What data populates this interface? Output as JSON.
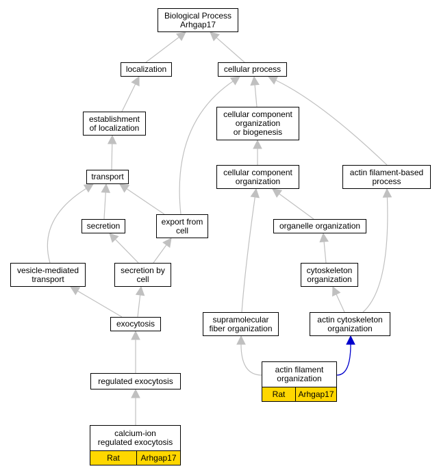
{
  "nodes": [
    {
      "id": "bp",
      "label": "Biological Process\nArhgap17"
    },
    {
      "id": "loc",
      "label": "localization"
    },
    {
      "id": "cp",
      "label": "cellular process"
    },
    {
      "id": "estloc",
      "label": "establishment\nof localization"
    },
    {
      "id": "ccob",
      "label": "cellular component\norganization\nor biogenesis"
    },
    {
      "id": "transport",
      "label": "transport"
    },
    {
      "id": "cco",
      "label": "cellular component\norganization"
    },
    {
      "id": "afbp",
      "label": "actin filament-based\nprocess"
    },
    {
      "id": "secretion",
      "label": "secretion"
    },
    {
      "id": "export",
      "label": "export from\ncell"
    },
    {
      "id": "orgorg",
      "label": "organelle organization"
    },
    {
      "id": "vmt",
      "label": "vesicle-mediated\ntransport"
    },
    {
      "id": "secbycell",
      "label": "secretion by\ncell"
    },
    {
      "id": "cytoorg",
      "label": "cytoskeleton\norganization"
    },
    {
      "id": "exocytosis",
      "label": "exocytosis"
    },
    {
      "id": "sfo",
      "label": "supramolecular\nfiber organization"
    },
    {
      "id": "aco",
      "label": "actin cytoskeleton\norganization"
    },
    {
      "id": "afo",
      "label": "actin filament\norganization",
      "annotation": [
        "Rat",
        "Arhgap17"
      ]
    },
    {
      "id": "regexo",
      "label": "regulated exocytosis"
    },
    {
      "id": "ciregexo",
      "label": "calcium-ion\nregulated exocytosis",
      "annotation": [
        "Rat",
        "Arhgap17"
      ]
    }
  ],
  "edges": [
    {
      "from": "loc",
      "to": "bp"
    },
    {
      "from": "cp",
      "to": "bp"
    },
    {
      "from": "estloc",
      "to": "loc"
    },
    {
      "from": "ccob",
      "to": "cp"
    },
    {
      "from": "afbp",
      "to": "cp"
    },
    {
      "from": "export",
      "to": "cp"
    },
    {
      "from": "transport",
      "to": "estloc"
    },
    {
      "from": "cco",
      "to": "ccob"
    },
    {
      "from": "secretion",
      "to": "transport"
    },
    {
      "from": "export",
      "to": "transport"
    },
    {
      "from": "vmt",
      "to": "transport"
    },
    {
      "from": "orgorg",
      "to": "cco"
    },
    {
      "from": "sfo",
      "to": "cco"
    },
    {
      "from": "secbycell",
      "to": "secretion"
    },
    {
      "from": "secbycell",
      "to": "export"
    },
    {
      "from": "cytoorg",
      "to": "orgorg"
    },
    {
      "from": "exocytosis",
      "to": "vmt"
    },
    {
      "from": "exocytosis",
      "to": "secbycell"
    },
    {
      "from": "aco",
      "to": "cytoorg"
    },
    {
      "from": "aco",
      "to": "afbp"
    },
    {
      "from": "regexo",
      "to": "exocytosis"
    },
    {
      "from": "afo",
      "to": "sfo"
    },
    {
      "from": "afo",
      "to": "aco",
      "highlight": true
    },
    {
      "from": "ciregexo",
      "to": "regexo"
    }
  ],
  "colors": {
    "edge": "#c0c0c0",
    "highlight": "#0000cc",
    "annotation": "#ffd700",
    "border": "#000000"
  }
}
